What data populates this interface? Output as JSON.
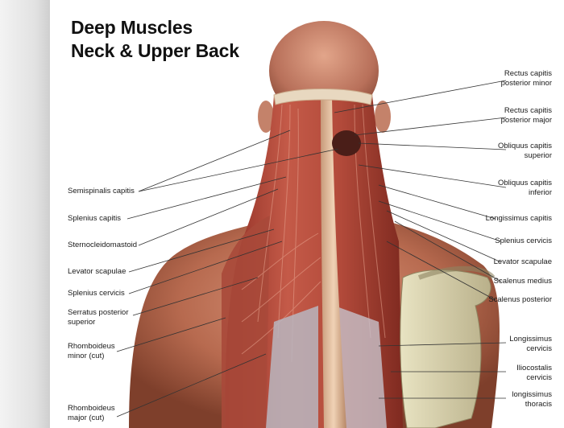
{
  "title": {
    "line1": "Deep Muscles",
    "line2": "Neck & Upper Back"
  },
  "labels_left": [
    {
      "id": "semispinalis-capitis",
      "text": "Semispinalis capitis"
    },
    {
      "id": "splenius-capitis",
      "text": "Splenius capitis"
    },
    {
      "id": "sternocleidomastoid",
      "text": "Sternocleidomastoid"
    },
    {
      "id": "levator-scapulae-left",
      "text": "Levator scapulae"
    },
    {
      "id": "splenius-cervicis-left",
      "text": "Splenius cervicis"
    },
    {
      "id": "serratus-posterior-superior",
      "text": "Serratus posterior\nsuperior"
    },
    {
      "id": "rhomboideus-minor",
      "text": "Rhomboideus\nminor (cut)"
    },
    {
      "id": "rhomboideus-major",
      "text": "Rhomboideus\nmajor (cut)"
    }
  ],
  "labels_right": [
    {
      "id": "rectus-capitis-posterior-minor",
      "text": "Rectus capitis\nposterior minor"
    },
    {
      "id": "rectus-capitis-posterior-major",
      "text": "Rectus capitis\nposterior major"
    },
    {
      "id": "obliquus-capitis-superior",
      "text": "Obliquus capitis\nsuperior"
    },
    {
      "id": "obliquus-capitis-inferior",
      "text": "Obliquus capitis\ninferior"
    },
    {
      "id": "longissimus-capitis",
      "text": "Longissimus capitis"
    },
    {
      "id": "splenius-cervicis-right",
      "text": "Splenius cervicis"
    },
    {
      "id": "levator-scapulae-right",
      "text": "Levator scapulae"
    },
    {
      "id": "scalenus-medius",
      "text": "Scalenus medius"
    },
    {
      "id": "scalenus-posterior",
      "text": "Scalenus posterior"
    },
    {
      "id": "longissimus-cervicis",
      "text": "Longissimus\ncervicis"
    },
    {
      "id": "iliocostalis-cervicis",
      "text": "Iliocostalis\ncervicis"
    },
    {
      "id": "longissimus-thoracis",
      "text": "longissimus\nthoracis"
    }
  ]
}
